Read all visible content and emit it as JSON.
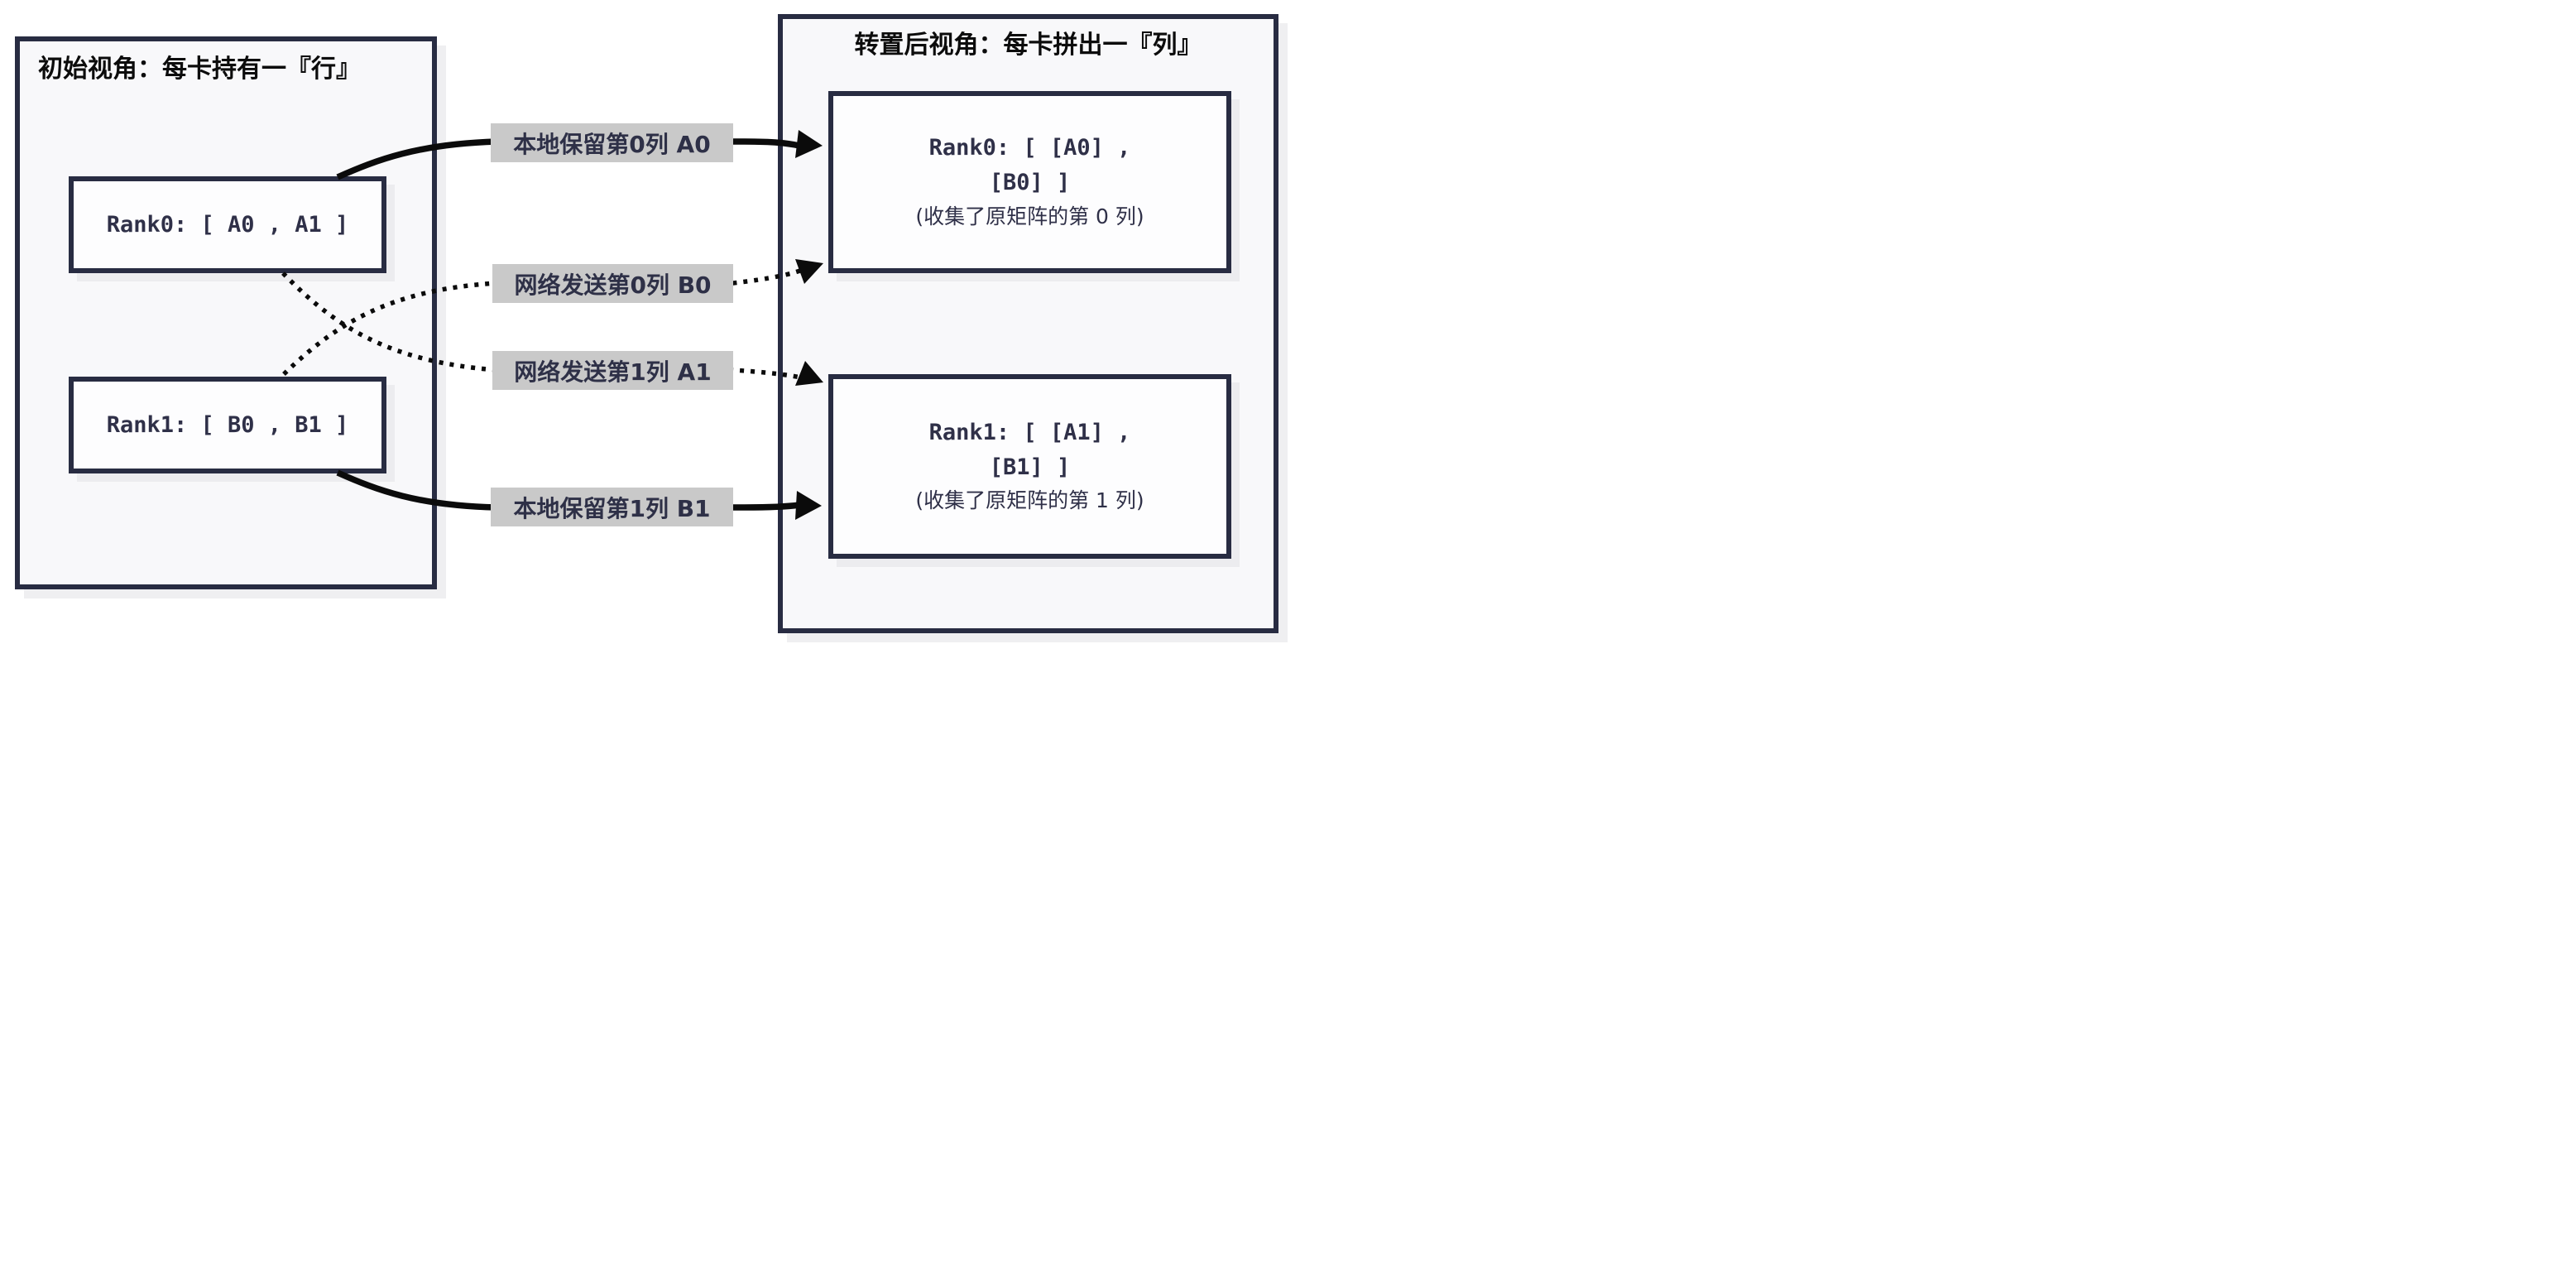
{
  "colors": {
    "panel_border": "#282c42",
    "panel_background": "#f8f8fa",
    "node_background": "#fdfdfe",
    "node_text": "#2f3048",
    "title_text": "#0c0c0c",
    "label_background": "#c9c9c9",
    "label_text": "#2e3047",
    "arrow": "#0b0b0b",
    "shadow": "#ececef",
    "canvas_background": "#ffffff"
  },
  "left_panel": {
    "title": "初始视角：每卡持有一『行』",
    "boxes": [
      {
        "label": "Rank0: [ A0 , A1 ]"
      },
      {
        "label": "Rank1: [ B0 , B1 ]"
      }
    ]
  },
  "right_panel": {
    "title": "转置后视角：每卡拼出一『列』",
    "boxes": [
      {
        "lines": [
          "Rank0: [ [A0] ,",
          "[B0] ]",
          "(收集了原矩阵的第 0 列)"
        ]
      },
      {
        "lines": [
          "Rank1: [ [A1] ,",
          "[B1] ]",
          "(收集了原矩阵的第 1 列)"
        ]
      }
    ]
  },
  "flows": [
    {
      "style": "solid",
      "label": "本地保留第0列 A0"
    },
    {
      "style": "dotted",
      "label": "网络发送第0列 B0"
    },
    {
      "style": "dotted",
      "label": "网络发送第1列 A1"
    },
    {
      "style": "solid",
      "label": "本地保留第1列 B1"
    }
  ]
}
